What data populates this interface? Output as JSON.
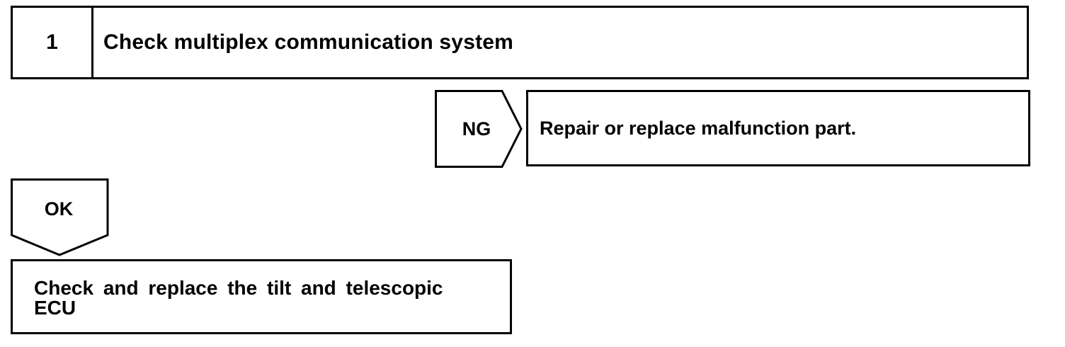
{
  "step": {
    "number": "1",
    "title": "Check multiplex communication system"
  },
  "ng_branch": {
    "label": "NG",
    "action": "Repair or replace malfunction part."
  },
  "ok_branch": {
    "label": "OK",
    "action_line1": "Check and replace the tilt and telescopic",
    "action_line2": "ECU"
  }
}
